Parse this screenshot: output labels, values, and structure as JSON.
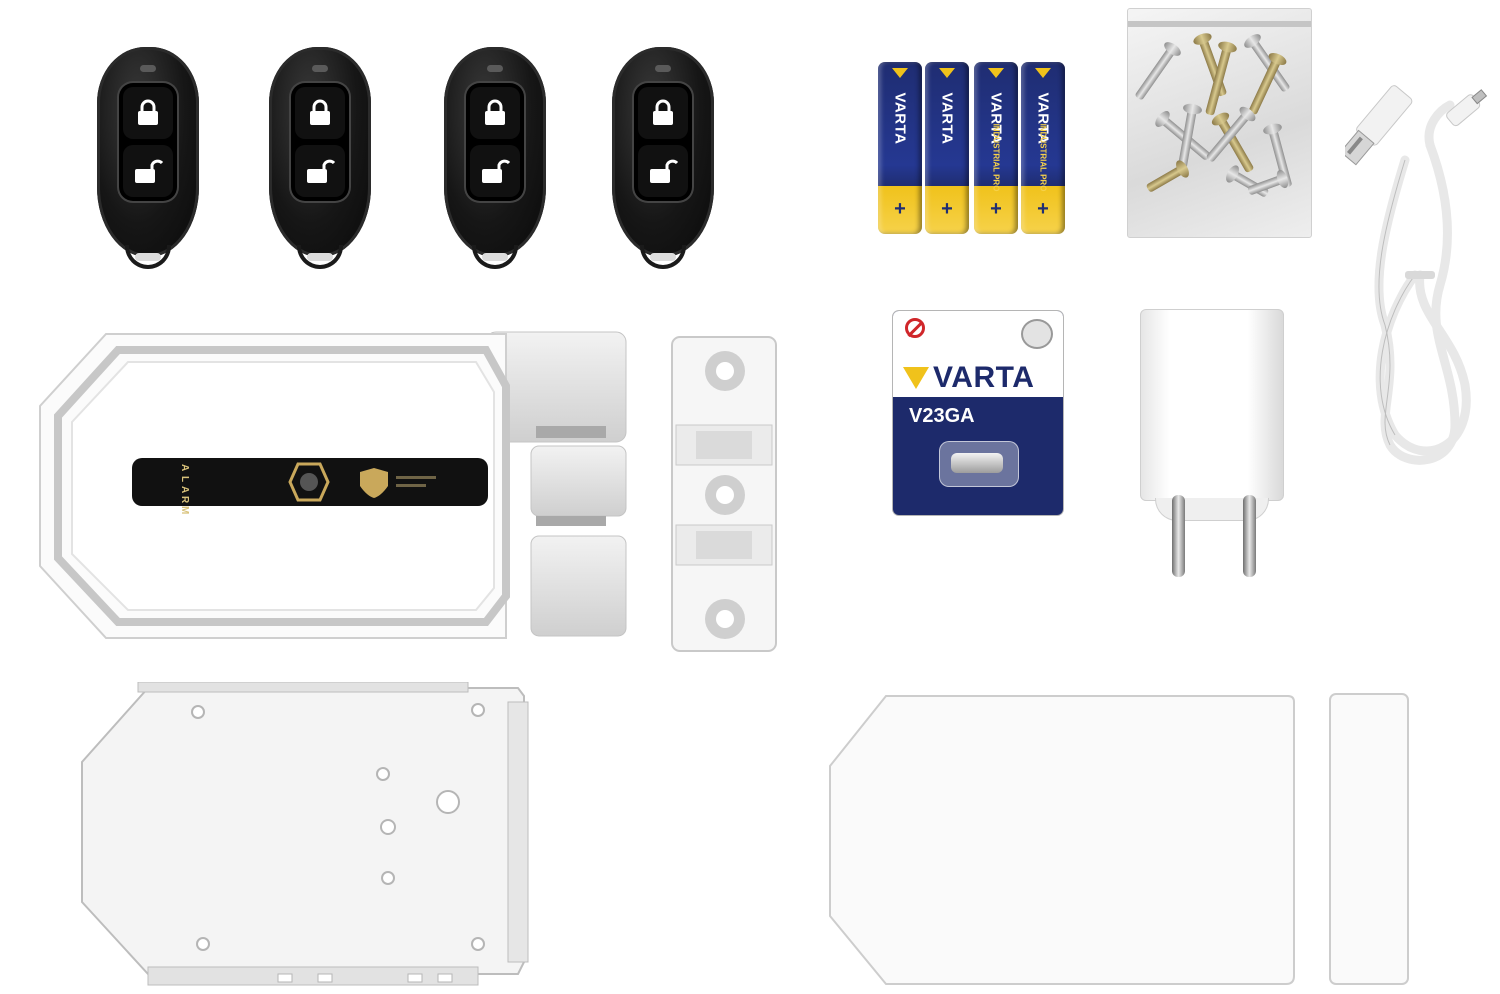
{
  "scene": {
    "background": "#ffffff",
    "remotes": {
      "count": 4,
      "color": "#111111",
      "button_top_icon": "lock-closed-icon",
      "button_bottom_icon": "lock-open-icon"
    },
    "aa_batteries": {
      "count": 4,
      "brands": [
        "VARTA",
        "VARTA",
        "VARTA",
        "VARTA"
      ],
      "sublines": [
        "",
        "",
        "INDUSTRIAL PRO",
        "INDUSTRIAL PRO"
      ],
      "plus_mark": "+",
      "color_body": "#253892",
      "color_cap": "#f0c21b"
    },
    "lock_unit": {
      "panel_letters": [
        "A",
        "L",
        "A",
        "R",
        "M"
      ],
      "body_color": "#f4f4f4",
      "trim_color": "#bdbdbd",
      "logo_icon": "shield-logo-icon"
    },
    "v23ga_battery": {
      "brand": "VARTA",
      "model": "V23GA",
      "card_color": "#1d2a6b"
    },
    "screw_bag": {
      "label": ""
    },
    "usb_cable": {
      "color": "#f5f5f5"
    },
    "charger": {
      "color": "#ffffff"
    }
  }
}
